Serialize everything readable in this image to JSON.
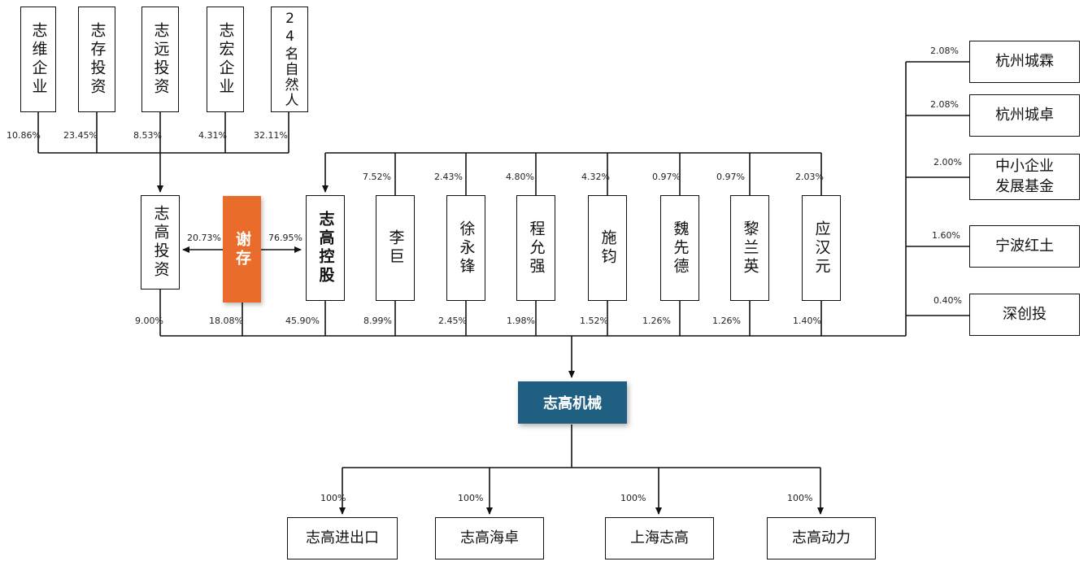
{
  "top_holders": {
    "zhiwei": {
      "name": "志维企业",
      "pct": "10.86%"
    },
    "zhicun": {
      "name": "志存投资",
      "pct": "23.45%"
    },
    "zhiyuan": {
      "name": "志远投资",
      "pct": "8.53%"
    },
    "zhihong": {
      "name": "志宏企业",
      "pct": "4.31%"
    },
    "persons24": {
      "name": "24名自然人",
      "pct": "32.11%"
    }
  },
  "zhigao_touzi": {
    "name": "志高投资",
    "pct_in_machinery": "9.00%"
  },
  "xiecun": {
    "name": "谢存",
    "pct_to_touzi": "20.73%",
    "pct_to_konggu": "76.95%",
    "pct_in_machinery": "18.08%"
  },
  "zhigao_konggu": {
    "name": "志高控股",
    "pct_in_machinery": "45.90%"
  },
  "persons": {
    "li_ju": {
      "name": "李巨",
      "pct_konggu": "7.52%",
      "pct_machinery": "8.99%"
    },
    "xu_yongfeng": {
      "name": "徐永锋",
      "pct_konggu": "2.43%",
      "pct_machinery": "2.45%"
    },
    "cheng_yunqiang": {
      "name": "程允强",
      "pct_konggu": "4.80%",
      "pct_machinery": "1.98%"
    },
    "shi_jun": {
      "name": "施钧",
      "pct_konggu": "4.32%",
      "pct_machinery": "1.52%"
    },
    "wei_xiande": {
      "name": "魏先德",
      "pct_konggu": "0.97%",
      "pct_machinery": "1.26%"
    },
    "li_lanying": {
      "name": "黎兰英",
      "pct_konggu": "0.97%",
      "pct_machinery": "1.26%"
    },
    "ying_hanyuan": {
      "name": "应汉元",
      "pct_konggu": "2.03%",
      "pct_machinery": "1.40%"
    }
  },
  "right_holders": {
    "hz_chenglin": {
      "name": "杭州城霖",
      "pct": "2.08%"
    },
    "hz_chengzhuo": {
      "name": "杭州城卓",
      "pct": "2.08%"
    },
    "sme_fund": {
      "name": "中小企业\n发展基金",
      "pct": "2.00%"
    },
    "nb_hongtu": {
      "name": "宁波红土",
      "pct": "1.60%"
    },
    "shenchuangtou": {
      "name": "深创投",
      "pct": "0.40%"
    }
  },
  "machinery": {
    "name": "志高机械"
  },
  "subsidiaries": {
    "import_export": {
      "name": "志高进出口",
      "pct": "100%"
    },
    "haizhuo": {
      "name": "志高海卓",
      "pct": "100%"
    },
    "shanghai": {
      "name": "上海志高",
      "pct": "100%"
    },
    "power": {
      "name": "志高动力",
      "pct": "100%"
    }
  }
}
